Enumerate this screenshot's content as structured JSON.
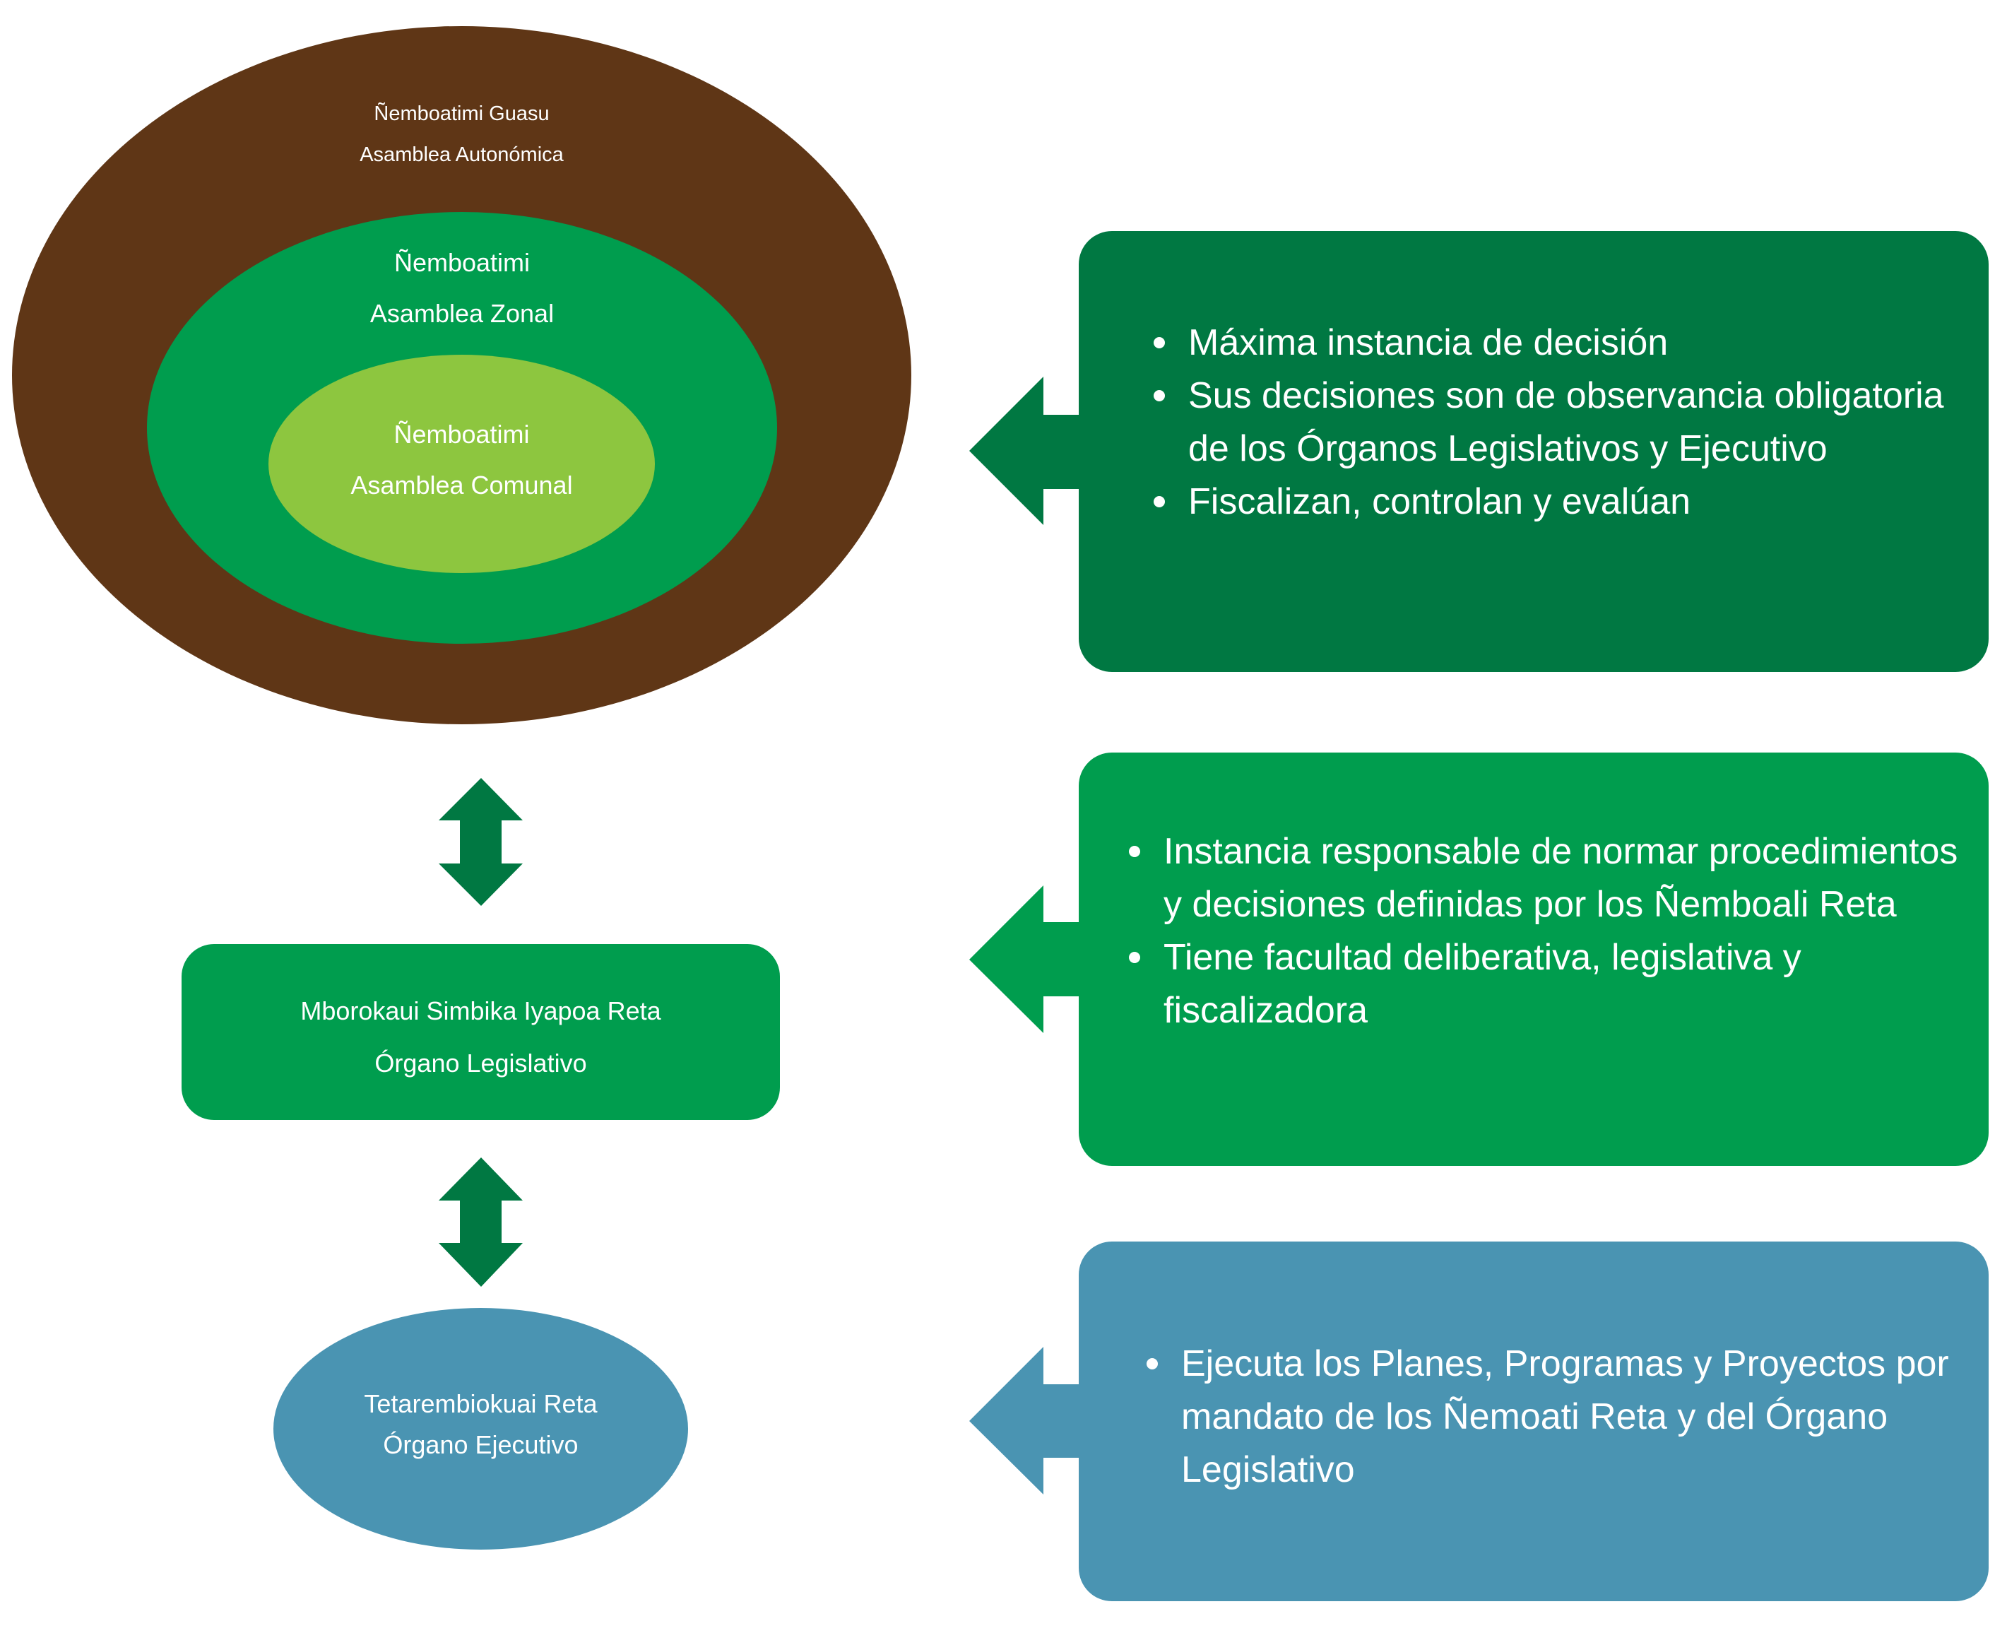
{
  "diagram": {
    "title": "Estructura organizativa",
    "colors": {
      "brown": "#5f3616",
      "green_dark": "#007842",
      "green": "#009d4e",
      "green_light": "#8dc63f",
      "blue": "#4a94b2",
      "text": "#ffffff"
    },
    "assemblies": {
      "outer": {
        "name": "Ñemboatimi Guasu",
        "role": "Asamblea Autonómica"
      },
      "middle": {
        "name": "Ñemboatimi",
        "role": "Asamblea Zonal"
      },
      "inner": {
        "name": "Ñemboatimi",
        "role": "Asamblea Comunal"
      }
    },
    "legislative": {
      "name": "Mborokaui Simbika Iyapoa Reta",
      "role": "Órgano Legislativo"
    },
    "executive": {
      "name": "Tetarembiokuai Reta",
      "role": "Órgano Ejecutivo"
    },
    "descriptions": [
      {
        "target": "assemblies",
        "bullets": [
          "Máxima instancia de decisión",
          "Sus decisiones son de observancia obligatoria de los Órganos Legislativos y Ejecutivo",
          "Fiscalizan, controlan y evalúan"
        ]
      },
      {
        "target": "legislative",
        "bullets": [
          "Instancia responsable de normar procedimientos y decisiones definidas por los Ñemboali Reta",
          "Tiene facultad deliberativa, legislativa y fiscalizadora"
        ]
      },
      {
        "target": "executive",
        "bullets": [
          "Ejecuta los Planes, Programas y Proyectos por mandato de los Ñemoati Reta y del Órgano Legislativo"
        ]
      }
    ],
    "icons": {
      "connector": "double-vertical-arrow",
      "pointer": "left-arrow"
    }
  }
}
